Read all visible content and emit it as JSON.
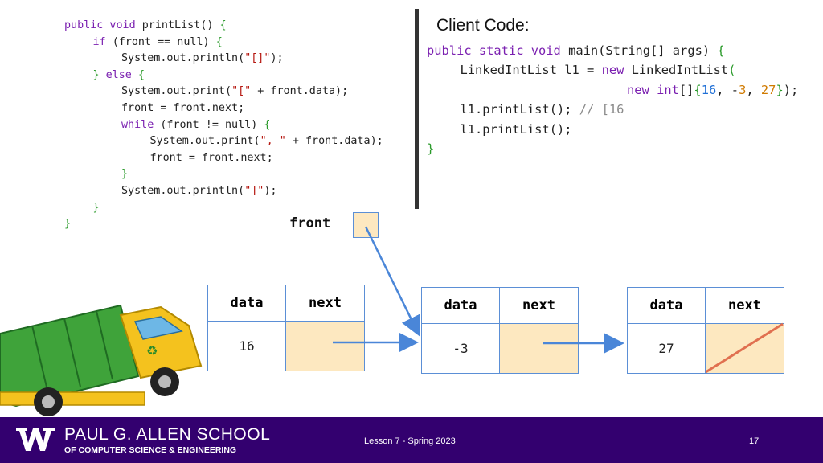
{
  "method_code": [
    {
      "indent": 0,
      "segments": [
        {
          "t": "public void ",
          "c": "kw"
        },
        {
          "t": "printList() "
        },
        {
          "t": "{",
          "c": "brace"
        }
      ]
    },
    {
      "indent": 1,
      "segments": [
        {
          "t": "if ",
          "c": "kw"
        },
        {
          "t": "(front == null) "
        },
        {
          "t": "{",
          "c": "brace"
        }
      ]
    },
    {
      "indent": 2,
      "segments": [
        {
          "t": "System.out.println("
        },
        {
          "t": "\"[]\"",
          "c": "str"
        },
        {
          "t": ");"
        }
      ]
    },
    {
      "indent": 1,
      "segments": [
        {
          "t": "} ",
          "c": "brace"
        },
        {
          "t": "else ",
          "c": "kw"
        },
        {
          "t": "{",
          "c": "brace"
        }
      ]
    },
    {
      "indent": 2,
      "segments": [
        {
          "t": "System.out.print("
        },
        {
          "t": "\"[\"",
          "c": "str"
        },
        {
          "t": " + front.data);"
        }
      ]
    },
    {
      "indent": 2,
      "segments": [
        {
          "t": "front = front.next;"
        }
      ]
    },
    {
      "indent": 2,
      "segments": [
        {
          "t": "while ",
          "c": "kw"
        },
        {
          "t": "(front != null) "
        },
        {
          "t": "{",
          "c": "brace"
        }
      ]
    },
    {
      "indent": 3,
      "segments": [
        {
          "t": "System.out.print("
        },
        {
          "t": "\", \"",
          "c": "str"
        },
        {
          "t": " + front.data);"
        }
      ]
    },
    {
      "indent": 3,
      "segments": [
        {
          "t": "front = front.next;"
        }
      ]
    },
    {
      "indent": 2,
      "segments": [
        {
          "t": "}",
          "c": "brace"
        }
      ]
    },
    {
      "indent": 2,
      "segments": [
        {
          "t": "System.out.println("
        },
        {
          "t": "\"]\"",
          "c": "str"
        },
        {
          "t": ");"
        }
      ]
    },
    {
      "indent": 1,
      "segments": [
        {
          "t": "}",
          "c": "brace"
        }
      ]
    },
    {
      "indent": 0,
      "segments": [
        {
          "t": "}",
          "c": "brace"
        }
      ]
    }
  ],
  "client": {
    "title": "Client Code:",
    "code": [
      {
        "indent": 0,
        "segments": [
          {
            "t": "public static void ",
            "c": "kw"
          },
          {
            "t": "main(String[] args) "
          },
          {
            "t": "{",
            "c": "brace"
          }
        ]
      },
      {
        "indent": 1,
        "segments": [
          {
            "t": "LinkedIntList l1 = "
          },
          {
            "t": "new ",
            "c": "kw"
          },
          {
            "t": "LinkedIntList"
          },
          {
            "t": "(",
            "c": "brace"
          }
        ]
      },
      {
        "indent": 6,
        "segments": [
          {
            "t": "new int",
            "c": "kw"
          },
          {
            "t": "[]"
          },
          {
            "t": "{",
            "c": "brace"
          },
          {
            "t": "16",
            "c": "num1"
          },
          {
            "t": ", -"
          },
          {
            "t": "3",
            "c": "num2"
          },
          {
            "t": ", "
          },
          {
            "t": "27",
            "c": "num2"
          },
          {
            "t": "}",
            "c": "brace"
          },
          {
            "t": ");"
          }
        ]
      },
      {
        "indent": 1,
        "segments": [
          {
            "t": "l1.printList(); "
          },
          {
            "t": "// [16",
            "c": "cm"
          }
        ]
      },
      {
        "indent": 1,
        "segments": [
          {
            "t": "l1.printList();"
          }
        ]
      },
      {
        "indent": 0,
        "segments": [
          {
            "t": "}",
            "c": "brace"
          }
        ]
      }
    ]
  },
  "diagram": {
    "front_label": "front",
    "nodes": [
      {
        "data_header": "data",
        "next_header": "next",
        "value": "16"
      },
      {
        "data_header": "data",
        "next_header": "next",
        "value": "-3"
      },
      {
        "data_header": "data",
        "next_header": "next",
        "value": "27"
      }
    ]
  },
  "footer": {
    "school": "PAUL G. ALLEN SCHOOL",
    "dept": "OF COMPUTER SCIENCE & ENGINEERING",
    "lesson": "Lesson 7 - Spring 2023",
    "page": "17"
  },
  "colors": {
    "footer_bg": "#33006f",
    "node_border": "#5b8fd6",
    "next_fill": "#fde8c0",
    "null_slash": "#e07050",
    "keyword": "#7a1fb0",
    "string": "#b5160f",
    "brace": "#2a9a2a"
  }
}
